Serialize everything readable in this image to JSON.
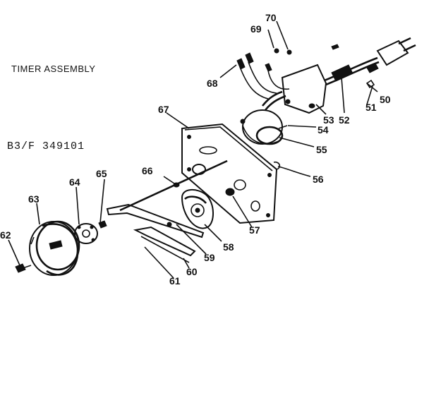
{
  "title": "TIMER ASSEMBLY",
  "model": "B3/F 349101",
  "callouts": {
    "c50": "50",
    "c51": "51",
    "c52": "52",
    "c53": "53",
    "c54": "54",
    "c55": "55",
    "c56": "56",
    "c57": "57",
    "c58": "58",
    "c59": "59",
    "c60": "60",
    "c61": "61",
    "c62": "62",
    "c63": "63",
    "c64": "64",
    "c65": "65",
    "c66": "66",
    "c67": "67",
    "c68": "68",
    "c69": "69",
    "c70": "70"
  }
}
